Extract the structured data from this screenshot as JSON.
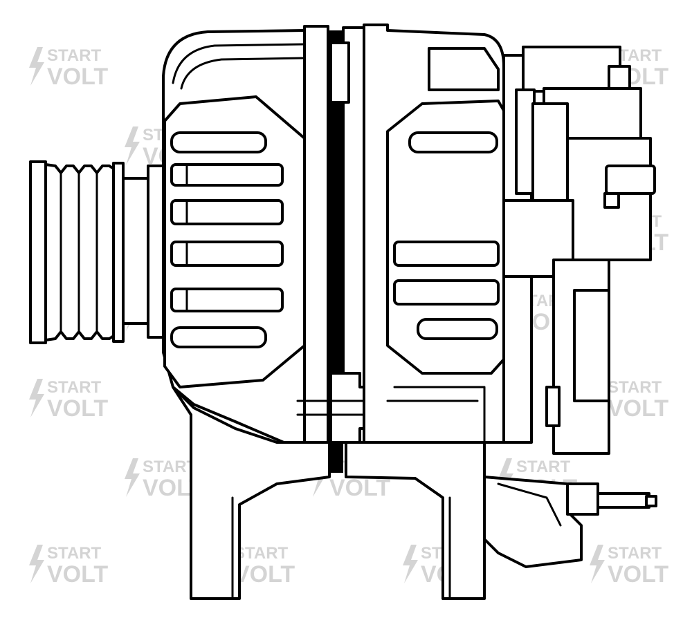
{
  "figure": {
    "subject": "alternator-line-drawing",
    "watermark": {
      "line1": "START",
      "line2": "VOLT",
      "color": "#d4d4d4"
    },
    "line_color": "#000000",
    "background": "#ffffff"
  }
}
